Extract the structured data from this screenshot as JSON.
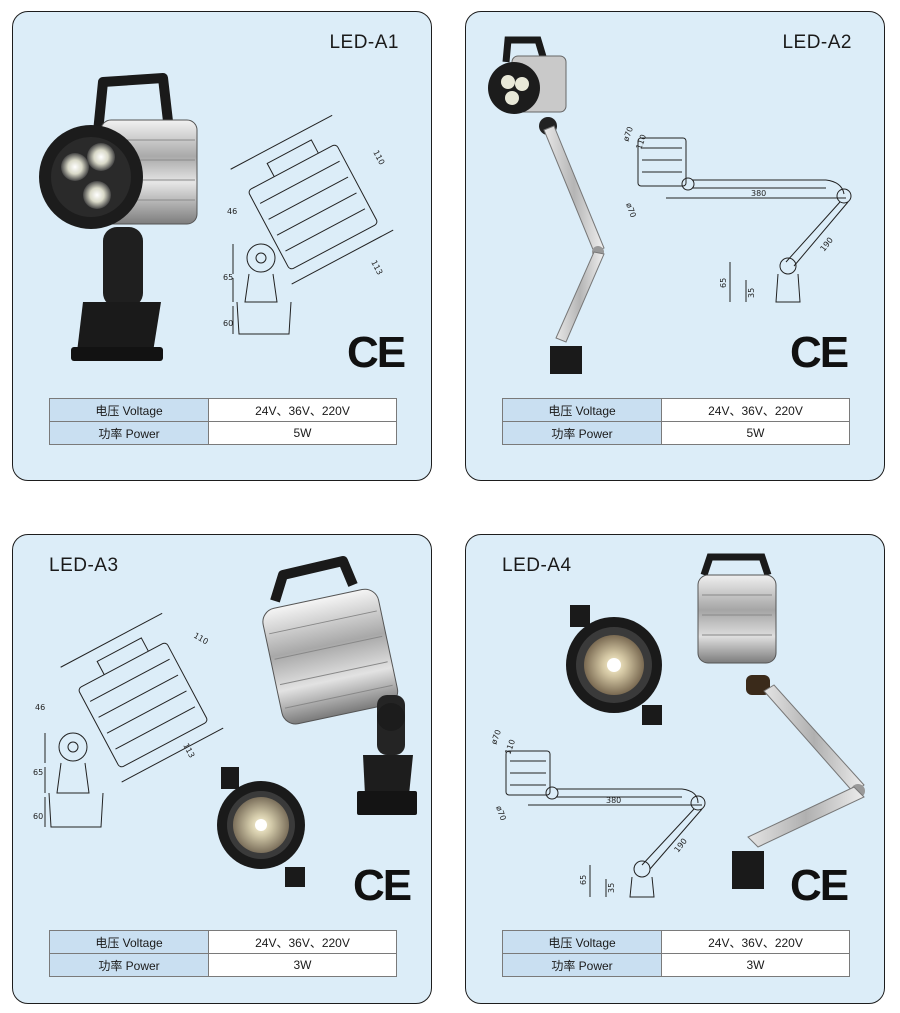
{
  "products": [
    {
      "model": "LED-A1",
      "ce": "CE",
      "dims": {
        "body_length": "110",
        "body_depth": "113",
        "head": "46",
        "stem": "65",
        "base": "60"
      },
      "specs": [
        {
          "label": "电压 Voltage",
          "value": "24V、36V、220V"
        },
        {
          "label": "功率 Power",
          "value": "5W"
        }
      ]
    },
    {
      "model": "LED-A2",
      "ce": "CE",
      "dims": {
        "head_dia": "ø70",
        "head_len": "110",
        "head_body": "ø70",
        "arm_upper": "380",
        "arm_lower": "190",
        "stem": "65",
        "base": "35"
      },
      "specs": [
        {
          "label": "电压 Voltage",
          "value": "24V、36V、220V"
        },
        {
          "label": "功率 Power",
          "value": "5W"
        }
      ]
    },
    {
      "model": "LED-A3",
      "ce": "CE",
      "dims": {
        "body_length": "110",
        "body_depth": "113",
        "head": "46",
        "stem": "65",
        "base": "60"
      },
      "specs": [
        {
          "label": "电压 Voltage",
          "value": "24V、36V、220V"
        },
        {
          "label": "功率 Power",
          "value": "3W"
        }
      ]
    },
    {
      "model": "LED-A4",
      "ce": "CE",
      "dims": {
        "head_dia": "ø70",
        "head_len": "110",
        "head_body": "ø70",
        "arm_upper": "380",
        "arm_lower": "190",
        "stem": "65",
        "base": "35"
      },
      "specs": [
        {
          "label": "电压 Voltage",
          "value": "24V、36V、220V"
        },
        {
          "label": "功率 Power",
          "value": "3W"
        }
      ]
    }
  ]
}
